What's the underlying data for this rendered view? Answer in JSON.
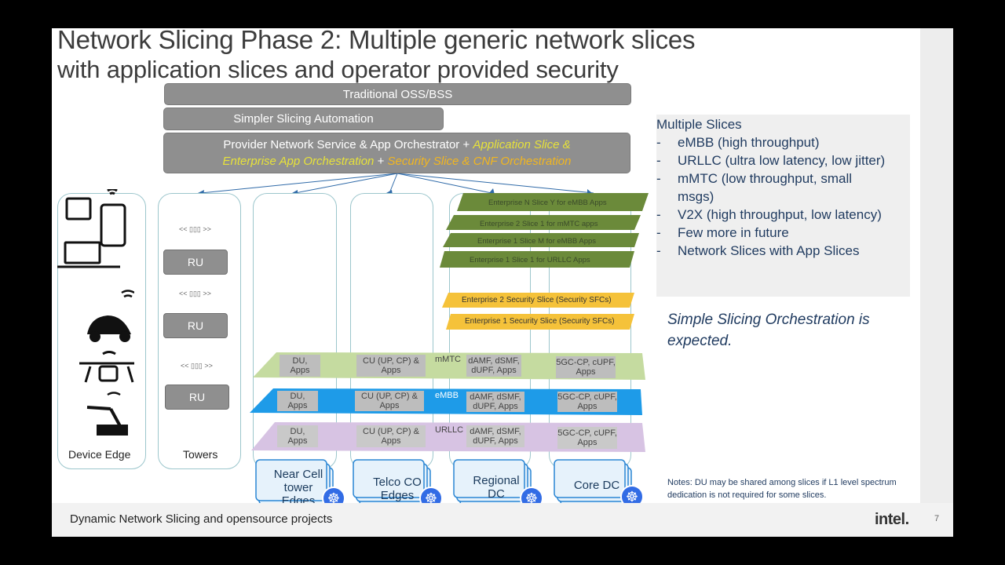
{
  "title_line1": "Network Slicing Phase 2: Multiple generic network slices",
  "title_line2": "with application slices and operator provided security",
  "oss": "Traditional OSS/BSS",
  "automation": "Simpler Slicing Automation",
  "orchestrator": {
    "part1": "Provider Network Service & App Orchestrator",
    "plus": "+",
    "app_slice_a": "Application Slice &",
    "app_slice_b": "Enterprise App Orchestration",
    "security": "Security Slice & CNF Orchestration"
  },
  "ru_label": "RU",
  "antenna": "<< ▯▯▯ >>",
  "enterprise_slices": [
    "Enterprise N Slice Y for eMBB Apps",
    "Enterprise 2 Slice 1 for mMTC apps",
    "Enterprise 1 Slice M for eMBB Apps",
    "Enterprise 1 Slice 1 for URLLC Apps"
  ],
  "security_slices": [
    "Enterprise 2 Security Slice (Security SFCs)",
    "Enterprise 1 Security Slice (Security SFCs)"
  ],
  "planes": [
    {
      "label": "mMTC",
      "cells": [
        "DU,\nApps",
        "CU (UP, CP) &\nApps",
        "dAMF, dSMF,\ndUPF, Apps",
        "5GC-CP, cUPF,\nApps"
      ]
    },
    {
      "label": "eMBB",
      "cells": [
        "DU,\nApps",
        "CU (UP, CP) &\nApps",
        "dAMF, dSMF,\ndUPF, Apps",
        "5GC-CP, cUPF,\nApps"
      ]
    },
    {
      "label": "URLLC",
      "cells": [
        "DU,\nApps",
        "CU (UP, CP) &\nApps",
        "dAMF, dSMF,\ndUPF, Apps",
        "5GC-CP, cUPF,\nApps"
      ]
    }
  ],
  "dc_labels": [
    "Near Cell\ntower\nEdges",
    "Telco CO\nEdges",
    "Regional\nDC",
    "Core DC"
  ],
  "device_edge": "Device Edge",
  "towers": "Towers",
  "right_panel": {
    "heading": "Multiple Slices",
    "items": [
      "eMBB  (high throughput)",
      "URLLC (ultra low latency, low jitter)",
      "mMTC  (low throughput, small msgs)",
      "V2X (high throughput, low latency)",
      "Few more in future",
      "Network Slices with App Slices"
    ]
  },
  "orchestration_note": "Simple Slicing Orchestration is expected.",
  "notes": "Notes:  DU may be shared among slices if L1 level spectrum dedication is not required for some slices.",
  "footer_text": "Dynamic Network Slicing and opensource projects",
  "logo": "intel.",
  "page_number": "7",
  "colors": {
    "green_plane": "#c5dba0",
    "blue_plane": "#1e9be8",
    "purple_plane": "#d7c3e3",
    "enterprise": "#6b8a3a",
    "security": "#f5c23a",
    "text_blue": "#1f3a5f"
  }
}
